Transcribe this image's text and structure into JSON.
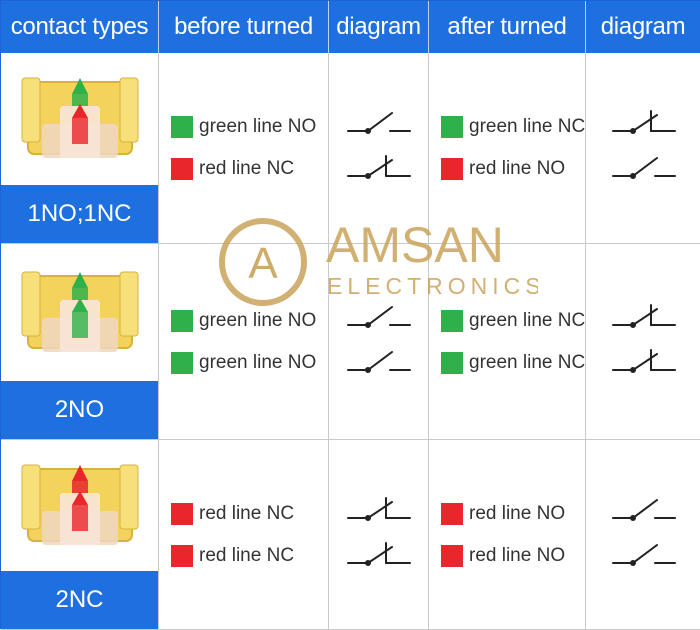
{
  "headers": [
    "contact types",
    "before turned",
    "diagram",
    "after turned",
    "diagram"
  ],
  "rows": [
    {
      "type": "1NO;1NC",
      "before": [
        {
          "color": "green",
          "label": "green line NO",
          "contact": "NO"
        },
        {
          "color": "red",
          "label": "red line NC",
          "contact": "NC"
        }
      ],
      "after": [
        {
          "color": "green",
          "label": "green line NC",
          "contact": "NC"
        },
        {
          "color": "red",
          "label": "red line NO",
          "contact": "NO"
        }
      ]
    },
    {
      "type": "2NO",
      "before": [
        {
          "color": "green",
          "label": "green line NO",
          "contact": "NO"
        },
        {
          "color": "green",
          "label": "green line NO",
          "contact": "NO"
        }
      ],
      "after": [
        {
          "color": "green",
          "label": "green line NC",
          "contact": "NC"
        },
        {
          "color": "green",
          "label": "green line NC",
          "contact": "NC"
        }
      ]
    },
    {
      "type": "2NC",
      "before": [
        {
          "color": "red",
          "label": "red line NC",
          "contact": "NC"
        },
        {
          "color": "red",
          "label": "red line NC",
          "contact": "NC"
        }
      ],
      "after": [
        {
          "color": "red",
          "label": "red line NO",
          "contact": "NO"
        },
        {
          "color": "red",
          "label": "red line NO",
          "contact": "NO"
        }
      ]
    }
  ],
  "watermark": {
    "brand": "AMSAN",
    "sub": "ELECTRONICS",
    "letter": "A",
    "color": "#c9a35a"
  },
  "colors": {
    "header": "#1e6fe0",
    "green": "#2fb04a",
    "red": "#e8262b"
  }
}
